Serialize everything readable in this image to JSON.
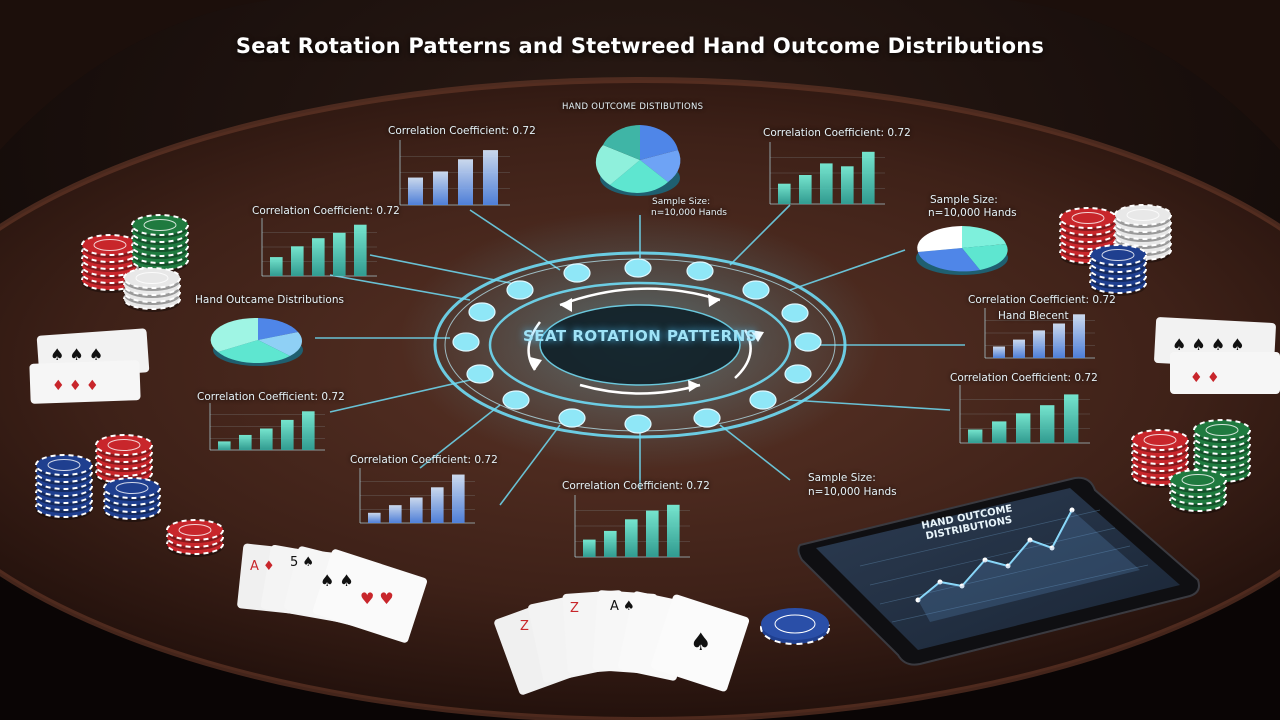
{
  "title": "Seat Rotation Patterns and Stetwreed Hand Outcome Distributions",
  "hub": {
    "label": "SEAT ROTATION PATTERNS"
  },
  "labels": {
    "top_center": "HAND OUTCOME DISTIBUTIONS",
    "corr_top_left": "Correlation Coefficient: 0.72",
    "corr_top_right": "Correlation Coefficient: 0.72",
    "corr_upper_left": "Correlation Coefficient: 0.72",
    "sample_small_top": "Sample Size:",
    "sample_small_bottom": "n=10,000 Hands",
    "sample_right_top": "Sample Size:",
    "sample_right_bottom": "n=10,000 Hands",
    "hand_outcome_left": "Hand Outcame Distributions",
    "corr_right_1": "Correlation Coefficient: 0.72",
    "hand_element_right": "Hand Blecent",
    "corr_right_2": "Correlation Coefficient: 0.72",
    "corr_left_lower": "Correlation Coefficient: 0.72",
    "corr_center_left": "Correlation Coefficient: 0.72",
    "corr_center_bottom": "Correlation Coefficient: 0.72",
    "sample_bottom_top": "Sample Size:",
    "sample_bottom_bottom": "n=10,000 Hands",
    "tablet_title": "HAND OUTCOME DISTRIBUTIONS"
  },
  "colors": {
    "table_wood": "#3a1f18",
    "hologram": "#5fd6f0",
    "bar_teal": "#5ee6d0",
    "bar_blue": "#4f86e8",
    "chip_red": "#c8262b",
    "chip_green": "#1f7a3f",
    "chip_blue": "#1f3f8f"
  }
}
